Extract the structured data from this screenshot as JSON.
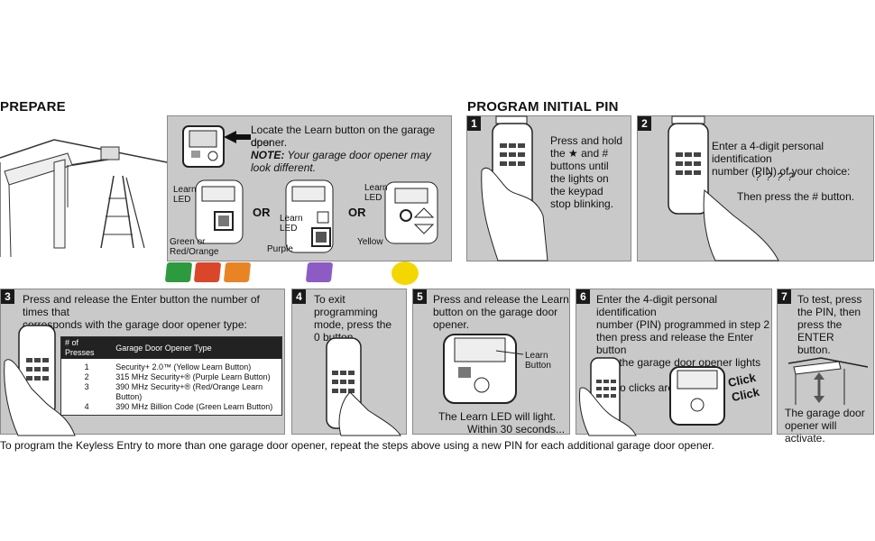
{
  "prepare": {
    "heading": "PREPARE",
    "instruction_line1": "Locate the Learn button on the garage door",
    "instruction_line2": "opener.",
    "note_label": "NOTE:",
    "note_text": " Your garage door opener may",
    "note_line2": "look different.",
    "learn_led_1": [
      "Learn",
      "LED"
    ],
    "learn_led_2": [
      "Learn",
      "LED"
    ],
    "learn_led_3": [
      "Learn",
      "LED"
    ],
    "or_label": "OR",
    "or_label_2": "OR",
    "color_label_1": [
      "Green or",
      "Red/Orange"
    ],
    "color_label_2": "Purple",
    "color_label_3": "Yellow"
  },
  "program": {
    "heading": "PROGRAM INITIAL PIN"
  },
  "steps": [
    {
      "num": "1",
      "lines": [
        "Press and hold",
        "the ★ and #",
        "buttons until",
        "the lights on",
        "the keypad",
        "stop blinking."
      ]
    },
    {
      "num": "2",
      "lines": [
        "Enter a 4-digit personal identification",
        "number (PIN) of your choice:"
      ],
      "pin": "? ? ? ?",
      "after": "Then press the # button."
    },
    {
      "num": "3",
      "lines": [
        "Press and release the Enter button the number of times that",
        "corresponds with the garage door opener type:"
      ]
    },
    {
      "num": "4",
      "lines": [
        "To exit programming",
        "mode, press the",
        "0 button."
      ]
    },
    {
      "num": "5",
      "lines": [
        "Press and release the Learn",
        "button on the garage door",
        "opener."
      ],
      "learn_label": [
        "Learn",
        "Button"
      ],
      "led_line1": "The Learn LED will light.",
      "led_line2": "Within 30 seconds..."
    },
    {
      "num": "6",
      "lines": [
        "Enter the 4-digit personal identification",
        "number (PIN) programmed in step 2",
        "then press and release the Enter button",
        "until the garage door opener lights flash",
        "or two clicks are heard."
      ],
      "click1": "Click",
      "click2": "Click"
    },
    {
      "num": "7",
      "lines": [
        "To test, press",
        "the PIN, then",
        "press the ENTER",
        "button."
      ],
      "after1": "The garage door",
      "after2": "opener will activate."
    }
  ],
  "opener_table": {
    "headers": [
      "# of Presses",
      "Garage Door Opener Type"
    ],
    "rows": [
      {
        "presses": "1",
        "type": "Security+ 2.0™ (Yellow Learn Button)"
      },
      {
        "presses": "2",
        "type": "315 MHz Security+® (Purple Learn Button)"
      },
      {
        "presses": "3",
        "type": "390 MHz Security+® (Red/Orange Learn Button)"
      },
      {
        "presses": "4",
        "type": "390 MHz Billion Code (Green Learn Button)"
      }
    ]
  },
  "swatches": {
    "green": "#2e9a3f",
    "red": "#d9462a",
    "orange": "#e88424",
    "purple": "#8c5cc4",
    "yellow": "#f5d700"
  },
  "footer": "To program the Keyless Entry to more than one garage door opener, repeat the steps above using a new PIN for each additional garage door opener."
}
